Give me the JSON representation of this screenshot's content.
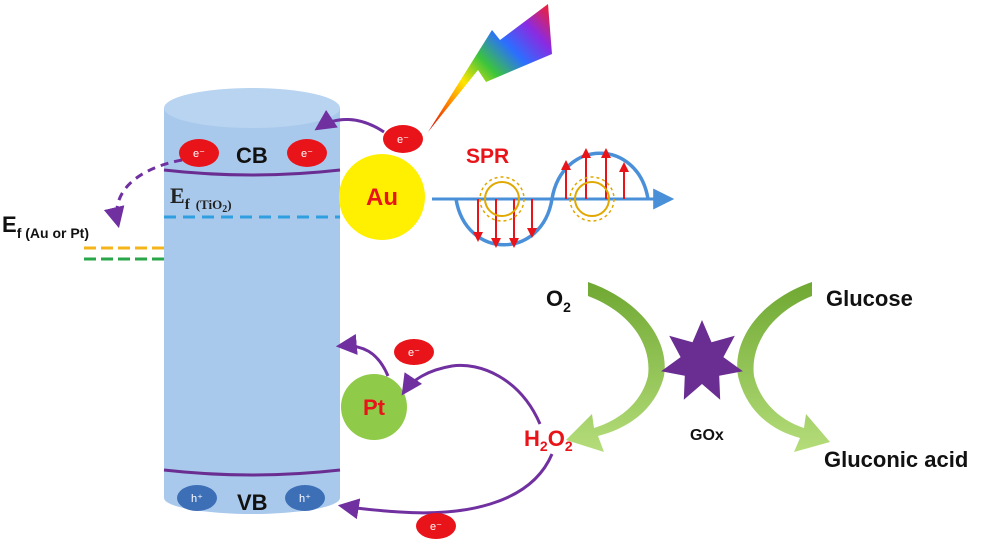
{
  "labels": {
    "cb": "CB",
    "vb": "VB",
    "ef_main": "E",
    "ef_sub": "f",
    "ef_tio2_a": "(TiO",
    "ef_tio2_sub": "2",
    "ef_tio2_b": ")",
    "ef_metal_main": "E",
    "ef_metal_sub": "f (Au or Pt)",
    "au": "Au",
    "pt": "Pt",
    "spr": "SPR",
    "electron": "e⁻",
    "hole": "h⁺",
    "o2_main": "O",
    "o2_sub": "2",
    "glucose": "Glucose",
    "h2o2_h": "H",
    "h2o2_2a": "2",
    "h2o2_o": "O",
    "h2o2_2b": "2",
    "gox": "GOx",
    "gluconic_acid": "Gluconic acid"
  },
  "colors": {
    "cylinder": "#a9c9ec",
    "cylinder_top": "#b8d4f1",
    "band_line": "#6a2d91",
    "electron_fill": "#e8141a",
    "hole_fill": "#3c6fb6",
    "au_fill": "#ffef00",
    "au_text": "#e8141a",
    "pt_fill": "#8fcb48",
    "pt_text": "#e8141a",
    "spr_text": "#e8141a",
    "wave": "#4a90d9",
    "arrow_purple": "#7030a0",
    "ef_tio2_dash": "#2f9fe0",
    "ef_metal_dash_1": "#f4b41a",
    "ef_metal_dash_2": "#2aa64a",
    "gox_star": "#6a2d91",
    "h2o2_text": "#e8141a",
    "green_arrow_dark": "#6fa832",
    "green_arrow_light": "#a8d26e"
  },
  "icons": [
    "lightning-bolt-icon",
    "gox-star-icon"
  ]
}
